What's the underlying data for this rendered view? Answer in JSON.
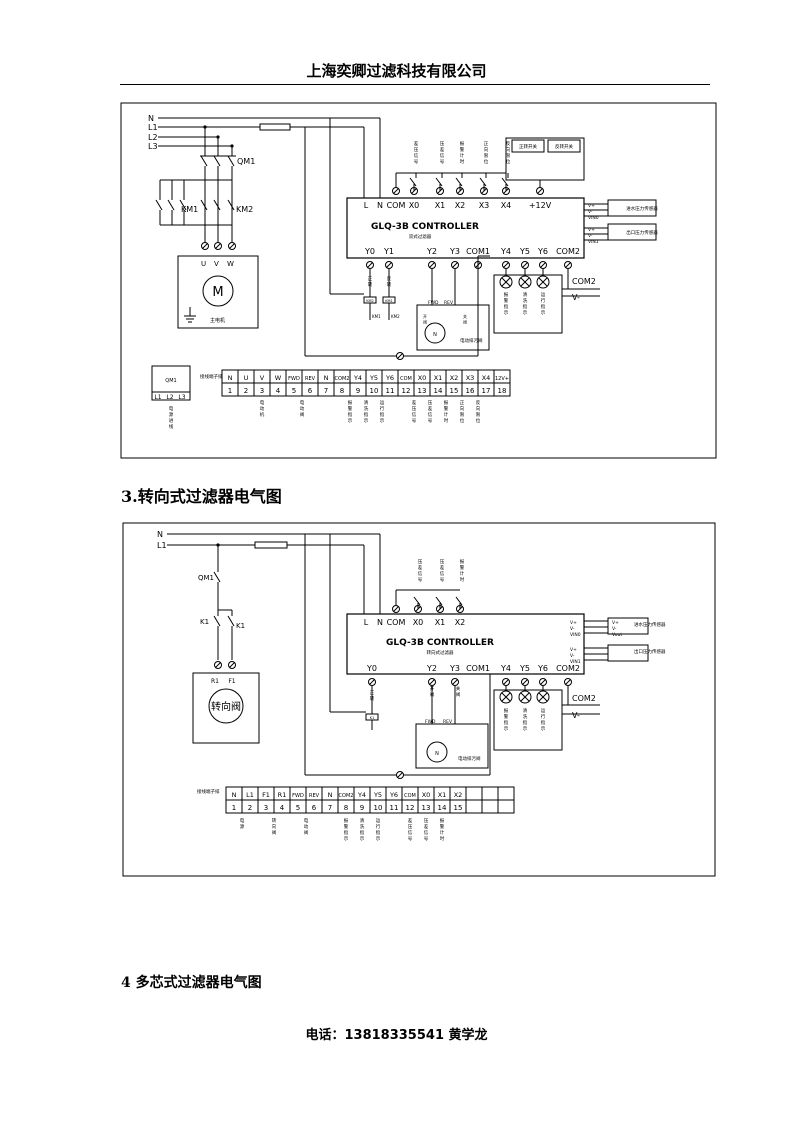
{
  "header": {
    "company": "上海奕卿过滤科技有限公司"
  },
  "section3": {
    "title": "3.转向式过滤器电气图"
  },
  "section4": {
    "title": "4 多芯式过滤器电气图"
  },
  "footer": {
    "contact": "电话：13818335541  黄学龙"
  },
  "diagram1": {
    "lines": [
      "N",
      "L1",
      "L2",
      "L3"
    ],
    "qm1": "QM1",
    "km1": "KM1",
    "km2": "KM2",
    "uvw": [
      "U",
      "V",
      "W"
    ],
    "motor": "M",
    "motor_label": "主电机",
    "controller": "GLQ-3B CONTROLLER",
    "controller_sub": "双式过滤器",
    "inputs": [
      "L",
      "N",
      "COM",
      "X0",
      "X1",
      "X2",
      "X3",
      "X4",
      "+12V"
    ],
    "input_desc": [
      "差压信号",
      "压差信号",
      "报警计时",
      "正向限位",
      "反向限位"
    ],
    "switch_labels": [
      "正转开关",
      "反转开关"
    ],
    "outputs_left": [
      "Y0",
      "Y1"
    ],
    "outputs_right": [
      "Y2",
      "Y3",
      "COM1",
      "Y4",
      "Y5",
      "Y6",
      "COM2"
    ],
    "sensor_top": [
      "V+",
      "V-",
      "VIN0"
    ],
    "sensor_bot": [
      "V+",
      "V-",
      "VIN1"
    ],
    "sensor_labels": [
      "进水压力传感器",
      "出口压力传感器"
    ],
    "com2": "COM2",
    "vminus": "V-",
    "lamp_labels": [
      "报警指示",
      "清洗指示",
      "运行指示"
    ],
    "y0_labels": [
      "正转",
      "反转"
    ],
    "km_coils": [
      "KM1",
      "KM2"
    ],
    "relays": [
      "KM2",
      "KM1"
    ],
    "valve_labels": [
      "FWD",
      "REV"
    ],
    "valve_text": "电动排污阀",
    "valve_in": [
      "开阀",
      "关阀"
    ],
    "qm_box": "QM1",
    "qm_terms": [
      "L1",
      "L2",
      "L3"
    ],
    "qm_desc": "电源进线",
    "term_title": "接线端子排",
    "term_names": [
      "N",
      "U",
      "V",
      "W",
      "FWD",
      "REV",
      "N",
      "COM2",
      "Y4",
      "Y5",
      "Y6",
      "COM",
      "X0",
      "X1",
      "X2",
      "X3",
      "X4",
      "12V+"
    ],
    "term_nums": [
      "1",
      "2",
      "3",
      "4",
      "5",
      "6",
      "7",
      "8",
      "9",
      "10",
      "11",
      "12",
      "13",
      "14",
      "15",
      "16",
      "17",
      "18"
    ],
    "term_desc": [
      "电动机",
      "电动阀",
      "报警指示",
      "清洗指示",
      "运行指示",
      "差压信号",
      "压差信号",
      "报警计时",
      "正向限位",
      "反向限位"
    ]
  },
  "diagram2": {
    "lines": [
      "N",
      "L1"
    ],
    "qm1": "QM1",
    "k1": "K1",
    "r1": "R1",
    "f1": "F1",
    "motor": "转向阀",
    "controller": "GLQ-3B CONTROLLER",
    "controller_sub": "转向式过滤器",
    "inputs": [
      "L",
      "N",
      "COM",
      "X0",
      "X1",
      "X2"
    ],
    "input_desc": [
      "压差信号",
      "压差信号",
      "报警计时"
    ],
    "outputs_left": [
      "Y0"
    ],
    "outputs_right": [
      "Y2",
      "Y3",
      "COM1",
      "Y4",
      "Y5",
      "Y6",
      "COM2"
    ],
    "sensor_top": [
      "V+",
      "V-",
      "VIN0"
    ],
    "sensor_bot": [
      "V+",
      "V-",
      "VIN1"
    ],
    "sensor_top_out": [
      "V+",
      "V-",
      "Vout"
    ],
    "sensor_labels": [
      "进水压力传感器",
      "出口压力传感器"
    ],
    "com2": "COM2",
    "vminus": "V-",
    "lamp_labels": [
      "报警指示",
      "清洗指示",
      "运行指示"
    ],
    "y0_label": "正转",
    "k_coil": "K1",
    "valve_labels": [
      "FWD",
      "REV"
    ],
    "valve_text": "电动排污阀",
    "valve_in": [
      "开阀",
      "关阀"
    ],
    "term_title": "接线端子排",
    "term_names": [
      "N",
      "L1",
      "F1",
      "R1",
      "FWD",
      "REV",
      "N",
      "COM2",
      "Y4",
      "Y5",
      "Y6",
      "COM",
      "X0",
      "X1",
      "X2",
      "",
      "",
      ""
    ],
    "term_nums": [
      "1",
      "2",
      "3",
      "4",
      "5",
      "6",
      "7",
      "8",
      "9",
      "10",
      "11",
      "12",
      "13",
      "14",
      "15",
      "",
      "",
      ""
    ],
    "term_desc": [
      "电源",
      "转向阀",
      "电动阀",
      "报警指示",
      "清洗指示",
      "运行指示",
      "差压信号",
      "压差信号",
      "报警计时"
    ]
  }
}
